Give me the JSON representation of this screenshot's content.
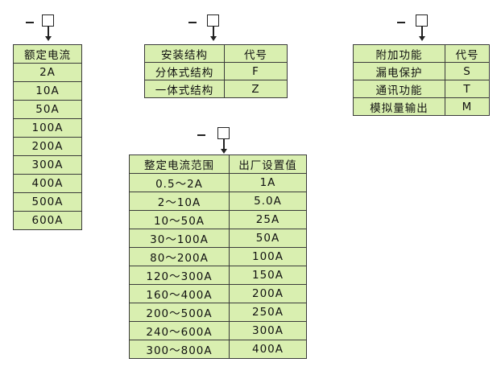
{
  "current_rating": {
    "header": "额定电流",
    "values": [
      "2A",
      "10A",
      "50A",
      "100A",
      "200A",
      "300A",
      "400A",
      "500A",
      "600A"
    ]
  },
  "installation": {
    "headers": [
      "安装结构",
      "代号"
    ],
    "rows": [
      [
        "分体式结构",
        "F"
      ],
      [
        "一体式结构",
        "Z"
      ]
    ]
  },
  "additional_functions": {
    "headers": [
      "附加功能",
      "代号"
    ],
    "rows": [
      [
        "漏电保护",
        "S"
      ],
      [
        "通讯功能",
        "T"
      ],
      [
        "模拟量输出",
        "M"
      ]
    ]
  },
  "setting_range": {
    "headers": [
      "整定电流范围",
      "出厂设置值"
    ],
    "rows": [
      [
        "0.5～2A",
        "1A"
      ],
      [
        "2～10A",
        "5.0A"
      ],
      [
        "10～50A",
        "25A"
      ],
      [
        "30～100A",
        "50A"
      ],
      [
        "80～200A",
        "100A"
      ],
      [
        "120～300A",
        "150A"
      ],
      [
        "160～400A",
        "200A"
      ],
      [
        "200～500A",
        "250A"
      ],
      [
        "240～600A",
        "300A"
      ],
      [
        "300～800A",
        "400A"
      ]
    ]
  }
}
